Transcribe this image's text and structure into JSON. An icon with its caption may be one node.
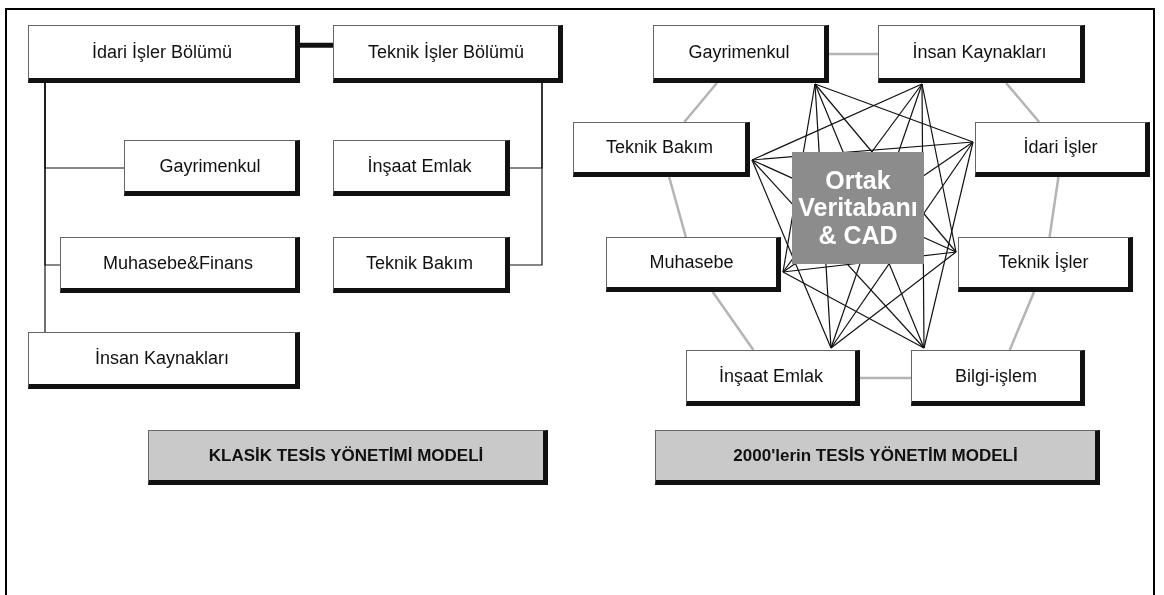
{
  "diagram": {
    "nodes": [
      {
        "text": [
          "İdari İşler Bölümü"
        ]
      },
      {
        "text": [
          "Teknik İşler Bölümü"
        ]
      },
      {
        "text": [
          "Gayrimenkul"
        ]
      },
      {
        "text": [
          "İnşaat Emlak"
        ]
      },
      {
        "text": [
          "Muhasebe&Finans"
        ]
      },
      {
        "text": [
          "Teknik Bakım"
        ]
      },
      {
        "text": [
          "İnsan Kaynakları"
        ]
      },
      {
        "text": [
          "KLASİK TESİS YÖNETİMİ MODELİ"
        ]
      },
      {
        "text": [
          "Gayrimenkul"
        ]
      },
      {
        "text": [
          "İnsan Kaynakları"
        ]
      },
      {
        "text": [
          "Teknik Bakım"
        ]
      },
      {
        "text": [
          "İdari İşler"
        ]
      },
      {
        "text": [
          "Muhasebe"
        ]
      },
      {
        "text": [
          "Teknik İşler"
        ]
      },
      {
        "text": [
          "İnşaat Emlak"
        ]
      },
      {
        "text": [
          "Bilgi-işlem"
        ]
      },
      {
        "text": [
          "2000'lerin TESİS YÖNETİM MODELİ"
        ]
      }
    ],
    "edges": [
      {
        "from": 0,
        "to": 1,
        "arrow": "none",
        "style": "thick"
      },
      {
        "from": 0,
        "to": 2,
        "arrow": "none"
      },
      {
        "from": 0,
        "to": 4,
        "arrow": "none"
      },
      {
        "from": 0,
        "to": 6,
        "arrow": "none"
      },
      {
        "from": 1,
        "to": 3,
        "arrow": "none"
      },
      {
        "from": 1,
        "to": 5,
        "arrow": "none"
      },
      {
        "from": 8,
        "to": 9,
        "arrow": "none",
        "color": "#b4b4b4"
      },
      {
        "from": 9,
        "to": 11,
        "arrow": "none",
        "color": "#b4b4b4"
      },
      {
        "from": 11,
        "to": 13,
        "arrow": "none",
        "color": "#b4b4b4"
      },
      {
        "from": 13,
        "to": 15,
        "arrow": "none",
        "color": "#b4b4b4"
      },
      {
        "from": 15,
        "to": 14,
        "arrow": "none",
        "color": "#b4b4b4"
      },
      {
        "from": 14,
        "to": 12,
        "arrow": "none",
        "color": "#b4b4b4"
      },
      {
        "from": 12,
        "to": 10,
        "arrow": "none",
        "color": "#b4b4b4"
      },
      {
        "from": 10,
        "to": 8,
        "arrow": "none",
        "color": "#b4b4b4"
      },
      {
        "from": 8,
        "to": 11,
        "arrow": "none"
      },
      {
        "from": 8,
        "to": 13,
        "arrow": "none"
      },
      {
        "from": 8,
        "to": 15,
        "arrow": "none"
      },
      {
        "from": 8,
        "to": 14,
        "arrow": "none"
      },
      {
        "from": 8,
        "to": 12,
        "arrow": "none"
      },
      {
        "from": 9,
        "to": 13,
        "arrow": "none"
      },
      {
        "from": 9,
        "to": 15,
        "arrow": "none"
      },
      {
        "from": 9,
        "to": 14,
        "arrow": "none"
      },
      {
        "from": 9,
        "to": 12,
        "arrow": "none"
      },
      {
        "from": 9,
        "to": 10,
        "arrow": "none"
      },
      {
        "from": 11,
        "to": 15,
        "arrow": "none"
      },
      {
        "from": 11,
        "to": 14,
        "arrow": "none"
      },
      {
        "from": 11,
        "to": 12,
        "arrow": "none"
      },
      {
        "from": 11,
        "to": 10,
        "arrow": "none"
      },
      {
        "from": 13,
        "to": 14,
        "arrow": "none"
      },
      {
        "from": 13,
        "to": 12,
        "arrow": "none"
      },
      {
        "from": 13,
        "to": 10,
        "arrow": "none"
      },
      {
        "from": 15,
        "to": 12,
        "arrow": "none"
      },
      {
        "from": 15,
        "to": 10,
        "arrow": "none"
      },
      {
        "from": 14,
        "to": 10,
        "arrow": "none"
      }
    ],
    "labels": [
      "Ortak Veritabanı & CAD"
    ]
  }
}
